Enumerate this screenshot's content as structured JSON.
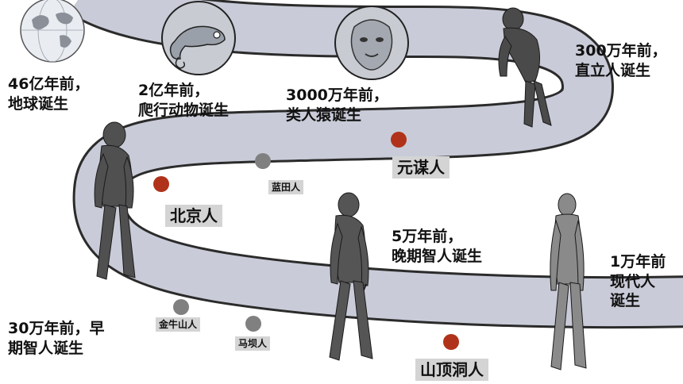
{
  "milestones": [
    {
      "line1": "46亿年前，",
      "line2": "地球诞生"
    },
    {
      "line1": "2亿年前，",
      "line2": "爬行动物诞生"
    },
    {
      "line1": "3000万年前，",
      "line2": "类人猿诞生"
    },
    {
      "line1": "300万年前，",
      "line2": "直立人诞生"
    },
    {
      "line1": "30万年前，早",
      "line2": "期智人诞生"
    },
    {
      "line1": "5万年前，",
      "line2": "晚期智人诞生"
    },
    {
      "line1": "1万年前",
      "line2": "现代人",
      "line3": "诞生"
    }
  ],
  "sites": {
    "yuanmou": "元谋人",
    "lantian": "蓝田人",
    "beijing": "北京人",
    "jinniushan": "金牛山人",
    "maba": "马坝人",
    "shandingdong": "山顶洞人"
  },
  "colors": {
    "road": "#c9ccd8",
    "road_edge": "#2b2b2b",
    "red_dot": "#b0321a",
    "gray_dot": "#808080",
    "tag_bg": "#d4d4d4"
  },
  "icons": [
    "globe-icon",
    "chameleon-icon",
    "ape-head-icon",
    "australopithecus-figure",
    "homo-erectus-figure",
    "early-sapiens-figure",
    "late-sapiens-figure",
    "modern-human-figure"
  ]
}
